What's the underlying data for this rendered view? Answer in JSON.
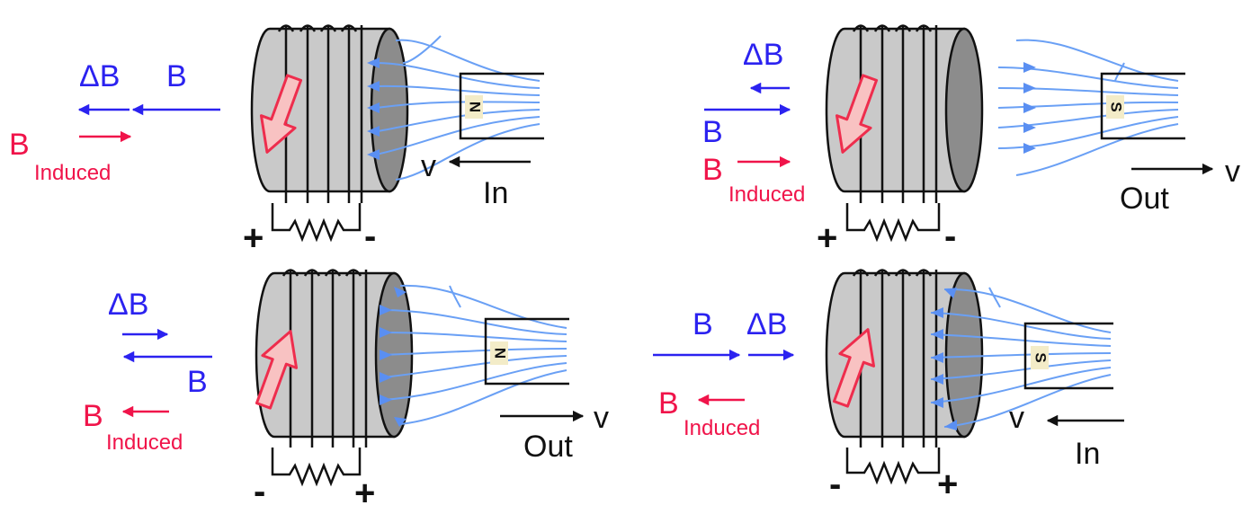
{
  "colors": {
    "field": "#2b22f0",
    "induced": "#f0144a",
    "field_lines": "#6aa0f5",
    "coil_body": "#c9c9c9",
    "coil_face": "#8c8c8c",
    "current_arrow_fill": "#f8c2c2",
    "current_arrow_stroke": "#ee2d4d",
    "magnet_label_bg": "#f3ecc8",
    "ink": "#111111"
  },
  "icons": {
    "coil": "solenoid-coil-icon",
    "magnet": "bar-magnet-icon",
    "resistor": "resistor-zigzag-icon",
    "current": "induced-current-arrow-icon"
  },
  "panels": [
    {
      "id": "top-left",
      "delta_b": "ΔB",
      "b": "B",
      "b_induced_main": "B",
      "b_induced_sub": "Induced",
      "pole": "N",
      "velocity": "v",
      "motion": "In",
      "left_terminal": "+",
      "right_terminal": "-",
      "current_direction": "down"
    },
    {
      "id": "top-right",
      "delta_b": "ΔB",
      "b": "B",
      "b_induced_main": "B",
      "b_induced_sub": "Induced",
      "pole": "S",
      "velocity": "v",
      "motion": "Out",
      "left_terminal": "+",
      "right_terminal": "-",
      "current_direction": "down"
    },
    {
      "id": "bottom-left",
      "delta_b": "ΔB",
      "b": "B",
      "b_induced_main": "B",
      "b_induced_sub": "Induced",
      "pole": "N",
      "velocity": "v",
      "motion": "Out",
      "left_terminal": "-",
      "right_terminal": "+",
      "current_direction": "up"
    },
    {
      "id": "bottom-right",
      "delta_b": "ΔB",
      "b": "B",
      "b_induced_main": "B",
      "b_induced_sub": "Induced",
      "pole": "S",
      "velocity": "v",
      "motion": "In",
      "left_terminal": "-",
      "right_terminal": "+",
      "current_direction": "up"
    }
  ]
}
